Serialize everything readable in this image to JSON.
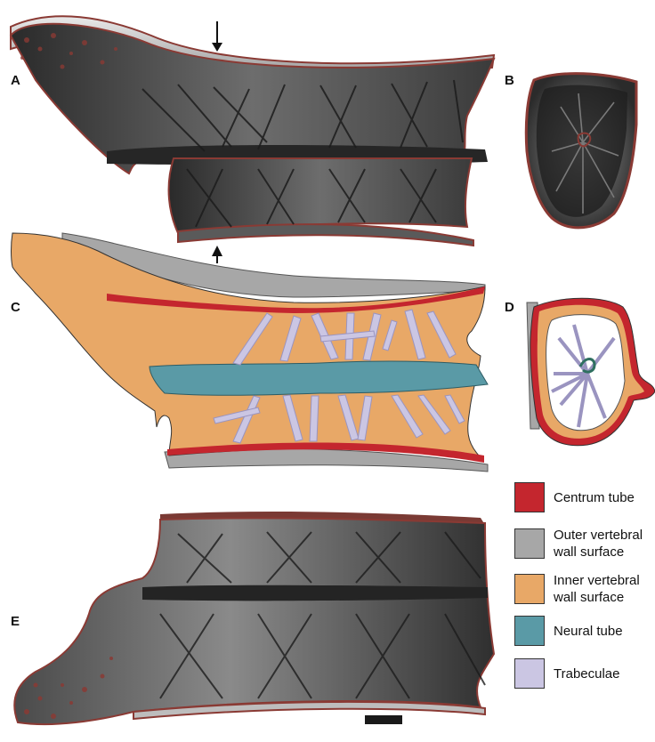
{
  "panels": {
    "a": "A",
    "b": "B",
    "c": "C",
    "d": "D",
    "e": "E"
  },
  "legend": [
    {
      "label": "Centrum tube",
      "color": "#c4262e"
    },
    {
      "label": "Outer vertebral wall surface",
      "color": "#a7a7a7"
    },
    {
      "label": "Inner vertebral wall surface",
      "color": "#e8a867"
    },
    {
      "label": "Neural tube",
      "color": "#5a9aa6"
    },
    {
      "label": "Trabeculae",
      "color": "#cbc6e3"
    }
  ],
  "colors": {
    "centrum_tube": "#c4262e",
    "outer_wall": "#a7a7a7",
    "inner_wall": "#e8a867",
    "neural_tube": "#5a9aa6",
    "trabeculae": "#cbc6e3",
    "bone_render": "#3a3a3a",
    "bone_outline": "#8a3a34"
  },
  "icons": [
    "arrow-down-icon",
    "arrow-up-icon",
    "scale-bar"
  ]
}
